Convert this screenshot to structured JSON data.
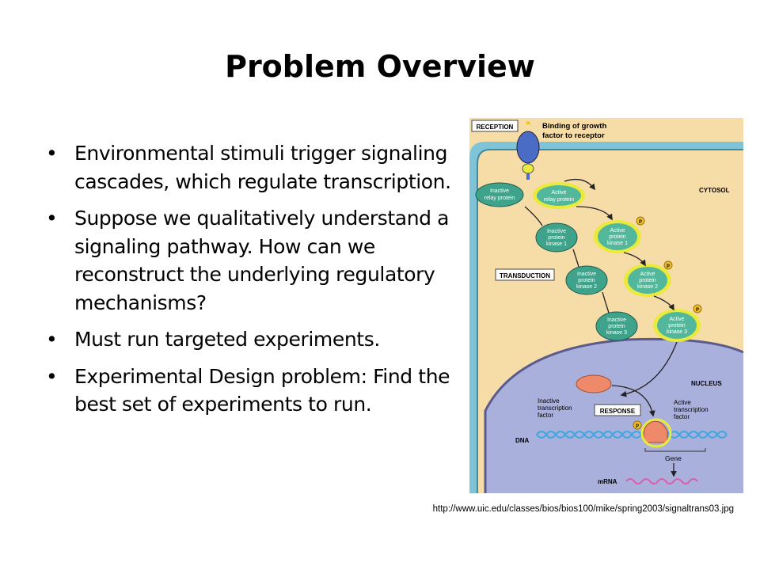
{
  "slide": {
    "title": "Problem Overview",
    "bullets": [
      "Environmental stimuli trigger signaling cascades, which regulate transcription.",
      "Suppose we qualitatively understand a signaling pathway. How can we reconstruct the underlying regulatory mechanisms?",
      "Must run targeted experiments.",
      "Experimental Design problem: Find the best set of experiments to run."
    ],
    "bullet_glyph": "•",
    "source_url": "http://www.uic.edu/classes/bios/bios100/mike/spring2003/signaltrans03.jpg"
  },
  "diagram": {
    "reception_label": "RECEPTION",
    "binding_label_1": "Binding of growth",
    "binding_label_2": "factor to receptor",
    "cytosol_label": "CYTOSOL",
    "transduction_label": "TRANSDUCTION",
    "nucleus_label": "NUCLEUS",
    "response_label": "RESPONSE",
    "dna_label": "DNA",
    "gene_label": "Gene",
    "mrna_label": "mRNA",
    "phosphate_label": "P",
    "inactive_relay": [
      "Inactive",
      "relay protein"
    ],
    "active_relay": [
      "Active",
      "relay protein"
    ],
    "inactive_kinase_1": [
      "Inactive",
      "protein",
      "kinase 1"
    ],
    "active_kinase_1": [
      "Active",
      "protein",
      "kinase 1"
    ],
    "inactive_kinase_2": [
      "Inactive",
      "protein",
      "kinase 2"
    ],
    "active_kinase_2": [
      "Active",
      "protein",
      "kinase 2"
    ],
    "inactive_kinase_3": [
      "Inactive",
      "protein",
      "kinase 3"
    ],
    "active_kinase_3": [
      "Active",
      "protein",
      "kinase 3"
    ],
    "inactive_tf": [
      "Inactive",
      "transcription",
      "factor"
    ],
    "active_tf": [
      "Active",
      "transcription",
      "factor"
    ],
    "colors": {
      "cytosol": "#f6dca6",
      "nucleus": "#aab0dc",
      "membrane": "#7fc4d6",
      "inactive_protein": "#3fa38c",
      "active_protein": "#53b89b",
      "active_ring": "#e9ea3c",
      "transcription_factor": "#ee8a6a",
      "dna": "#46a7e0",
      "mrna": "#e05aa8",
      "receptor": "#4a6cc4"
    }
  }
}
